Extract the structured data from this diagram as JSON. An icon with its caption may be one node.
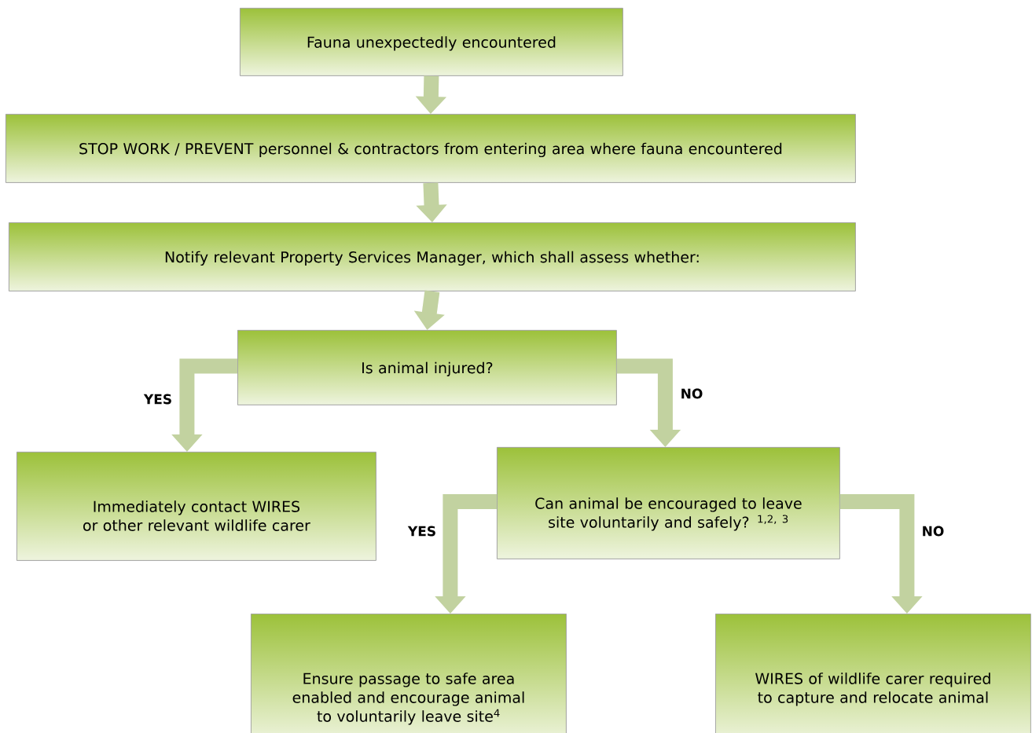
{
  "diagram": {
    "nodes": [
      {
        "text": [
          "Fauna unexpectedly encountered"
        ]
      },
      {
        "text": [
          "STOP WORK / PREVENT personnel & contractors from entering area where fauna encountered"
        ]
      },
      {
        "text": [
          "Notify relevant Property Services Manager, which shall assess whether:"
        ]
      },
      {
        "text": [
          "Is animal injured?"
        ]
      },
      {
        "text": [
          "Immediately contact WIRES or other relevant wildlife carer"
        ]
      },
      {
        "text": [
          "Can animal be encouraged to leave site voluntarily and safely? $^{1,2, 3}$"
        ]
      },
      {
        "text": [
          "Ensure passage to safe area enabled and encourage animal to voluntarily leave site$^{4}$"
        ]
      },
      {
        "text": [
          "WIRES of wildlife carer required to capture and relocate animal"
        ]
      }
    ],
    "edges": [
      {
        "from": 0,
        "to": 1,
        "arrow": "to"
      },
      {
        "from": 1,
        "to": 2,
        "arrow": "to"
      },
      {
        "from": 2,
        "to": 3,
        "arrow": "to"
      },
      {
        "from": 3,
        "to": 4,
        "arrow": "to",
        "label": "YES"
      },
      {
        "from": 3,
        "to": 5,
        "arrow": "to",
        "label": "NO"
      },
      {
        "from": 5,
        "to": 6,
        "arrow": "to",
        "label": "YES"
      },
      {
        "from": 5,
        "to": 7,
        "arrow": "to",
        "label": "NO"
      }
    ]
  }
}
